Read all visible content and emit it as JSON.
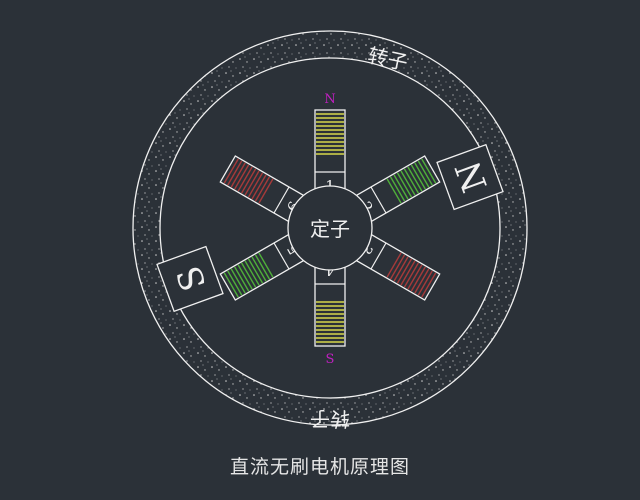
{
  "diagram": {
    "caption": "直流无刷电机原理图",
    "stator": {
      "label": "定子",
      "poles": [
        {
          "number": "1",
          "coil_color": "#d8d84a",
          "end_label": "N"
        },
        {
          "number": "2",
          "coil_color": "#4fae3a",
          "end_label": ""
        },
        {
          "number": "3",
          "coil_color": "#a53a3a",
          "end_label": ""
        },
        {
          "number": "4",
          "coil_color": "#d8d84a",
          "end_label": "S"
        },
        {
          "number": "5",
          "coil_color": "#4fae3a",
          "end_label": ""
        },
        {
          "number": "6",
          "coil_color": "#a53a3a",
          "end_label": ""
        }
      ],
      "pole_end_label_color": "#c020c0"
    },
    "rotor": {
      "label_top": "转子",
      "label_bottom": "转子",
      "magnet_s": "S",
      "magnet_n": "N"
    },
    "colors": {
      "background": "#2b3138",
      "line": "#f0f0f0",
      "text": "#f0f0f0"
    }
  }
}
